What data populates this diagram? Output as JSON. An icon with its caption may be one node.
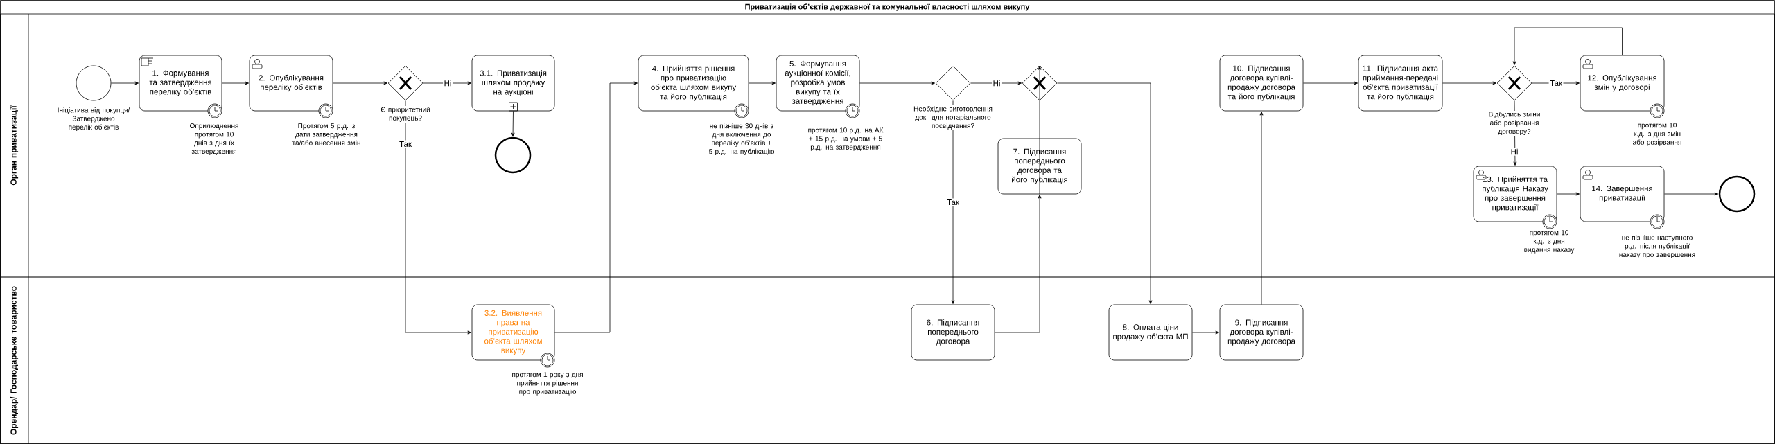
{
  "diagram": {
    "title": "Приватизація об’єктів державної та комунальної власності шляхом викупу",
    "nodes": [
      {
        "text": [
          "Орган приватизації"
        ]
      },
      {
        "text": [
          "Орендар/ Господарське товариство"
        ]
      },
      {
        "text": [],
        "shape": "circle",
        "in": 0,
        "beside": [
          "Ініціатива від покупця/ Затверджено перелік об’єктів"
        ]
      },
      {
        "text": [
          "1. Формування та затвердження переліку об’єктів"
        ],
        "in": 0,
        "beside": [
          "Оприлюднення протягом 10 днів з дня їх затвердження"
        ]
      },
      {
        "text": [
          "2. Опублікування переліку об’єктів"
        ],
        "in": 0,
        "beside": [
          "Протягом 5 р.д. з дати затвердження та/або внесення змін"
        ]
      },
      {
        "text": [],
        "shape": "diamond",
        "in": 0,
        "beside": [
          "Є пріоритетний покупець?"
        ]
      },
      {
        "text": [
          "3.1. Приватизація шляхом продажу на аукціоні"
        ],
        "in": 0
      },
      {
        "text": [],
        "shape": "circle",
        "in": 0
      },
      {
        "text": [
          "3.2. Виявлення права на приватизацію об’єкта шляхом викупу"
        ],
        "in": 1,
        "beside": [
          "протягом 1 року з дня прийняття рішення про приватизацію"
        ]
      },
      {
        "text": [
          "4. Прийняття рішення про приватизацію об’єкта шляхом викупу та його публікація"
        ],
        "in": 0,
        "beside": [
          "не пізніше 30 днів з дня включення до переліку об’єктів + 5 р.д. на публікацію"
        ]
      },
      {
        "text": [
          "5. Формування аукціонної комісії, розробка умов викупу та їх затвердження"
        ],
        "in": 0,
        "beside": [
          "протягом 10 р.д. на АК + 15 р.д. на умови + 5 р.д. на затвердження"
        ]
      },
      {
        "text": [],
        "shape": "diamond",
        "in": 0,
        "beside": [
          "Необхідне виготовлення док. для нотаріального посвідчення?"
        ]
      },
      {
        "text": [],
        "shape": "diamond",
        "in": 0
      },
      {
        "text": [
          "7. Підписання попереднього договора та його публікація"
        ],
        "in": 0
      },
      {
        "text": [
          "6. Підписання попереднього договора"
        ],
        "in": 1
      },
      {
        "text": [
          "8. Оплата ціни продажу об’єкта МП"
        ],
        "in": 1
      },
      {
        "text": [
          "9. Підписання договора купівлі-продажу договора"
        ],
        "in": 1
      },
      {
        "text": [
          "10. Підписання договора купівлі-продажу договора та його публікація"
        ],
        "in": 0
      },
      {
        "text": [
          "11. Підписання акта приймання-передачі об’єкта приватизації та його публікація"
        ],
        "in": 0
      },
      {
        "text": [],
        "shape": "diamond",
        "in": 0,
        "beside": [
          "Відбулись зміни або розірвання договору?"
        ]
      },
      {
        "text": [
          "12. Опублікування змін у договорі"
        ],
        "in": 0,
        "beside": [
          "протягом 10 к.д. з дня змін або розірвання"
        ]
      },
      {
        "text": [
          "13. Прийняття та публікація Наказу про завершення приватизації"
        ],
        "in": 0,
        "beside": [
          "протягом 10 к.д. з дня видання наказу"
        ]
      },
      {
        "text": [
          "14. Завершення приватизації"
        ],
        "in": 0,
        "beside": [
          "не пізніше наступного р.д. після публікації наказу про завершення"
        ]
      },
      {
        "text": [],
        "shape": "circle",
        "in": 0
      }
    ],
    "edges": [
      {
        "from": 2,
        "to": 3,
        "arrow": "to"
      },
      {
        "from": 3,
        "to": 4,
        "arrow": "to"
      },
      {
        "from": 4,
        "to": 5,
        "arrow": "to"
      },
      {
        "from": 5,
        "to": 6,
        "arrow": "to",
        "label": "Ні"
      },
      {
        "from": 6,
        "to": 7,
        "arrow": "to"
      },
      {
        "from": 5,
        "to": 8,
        "arrow": "to",
        "label": "Так"
      },
      {
        "from": 8,
        "to": 9,
        "arrow": "to"
      },
      {
        "from": 9,
        "to": 10,
        "arrow": "to"
      },
      {
        "from": 10,
        "to": 11,
        "arrow": "to"
      },
      {
        "from": 11,
        "to": 12,
        "arrow": "to",
        "label": "Ні"
      },
      {
        "from": 11,
        "to": 14,
        "arrow": "to",
        "label": "Так"
      },
      {
        "from": 14,
        "to": 13,
        "arrow": "to"
      },
      {
        "from": 13,
        "to": 12,
        "arrow": "to"
      },
      {
        "from": 12,
        "to": 15,
        "arrow": "to"
      },
      {
        "from": 15,
        "to": 16,
        "arrow": "to"
      },
      {
        "from": 16,
        "to": 17,
        "arrow": "to"
      },
      {
        "from": 17,
        "to": 18,
        "arrow": "to"
      },
      {
        "from": 18,
        "to": 19,
        "arrow": "to"
      },
      {
        "from": 19,
        "to": 20,
        "arrow": "to",
        "label": "Так"
      },
      {
        "from": 20,
        "to": 19,
        "arrow": "to"
      },
      {
        "from": 19,
        "to": 21,
        "arrow": "to",
        "label": "Ні"
      },
      {
        "from": 21,
        "to": 22,
        "arrow": "to"
      },
      {
        "from": 22,
        "to": 23,
        "arrow": "to"
      }
    ]
  }
}
